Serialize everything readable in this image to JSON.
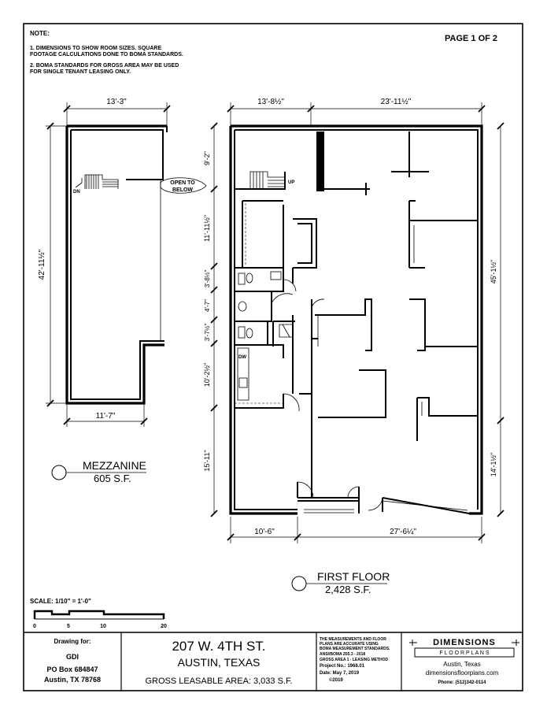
{
  "notes": {
    "heading": "NOTE:",
    "line1a": "1. DIMENSIONS TO SHOW ROOM SIZES. SQUARE",
    "line1b": "FOOTAGE CALCULATIONS DONE TO BOMA STANDARDS.",
    "line2a": "2. BOMA STANDARDS FOR GROSS AREA MAY BE USED",
    "line2b": "FOR SINGLE TENANT LEASING ONLY."
  },
  "page_label": "PAGE 1 OF 2",
  "mezzanine": {
    "title": "MEZZANINE",
    "area": "605 S.F.",
    "dim_top": "13'-3\"",
    "dim_left": "42'-11½\"",
    "dim_bottom": "11'-7\"",
    "stair_label": "DN",
    "open_label_1": "OPEN TO",
    "open_label_2": "BELOW"
  },
  "first_floor": {
    "title": "FIRST FLOOR",
    "area": "2,428 S.F.",
    "dim_top_left": "13'-8½\"",
    "dim_top_right": "23'-11½\"",
    "dim_bottom_left": "10'-6\"",
    "dim_bottom_right": "27'-6¼\"",
    "dims_left": [
      "9'-2\"",
      "11'-11½\"",
      "3'-8½\"",
      "4'-7\"",
      "3'-7½\"",
      "10'-2½\"",
      "15'-11\""
    ],
    "dims_right": [
      "45'-1½\"",
      "14'-1½\""
    ],
    "stair_label": "UP",
    "dw_label": "DW"
  },
  "scale": {
    "label": "SCALE: 1/10\" = 1'-0\"",
    "ticks": [
      "0",
      "5",
      "10",
      "20"
    ]
  },
  "title_block": {
    "drawing_for_label": "Drawing for:",
    "client": "GDI",
    "address1": "PO Box 684847",
    "address2": "Austin, TX 78768",
    "property": "207 W. 4TH ST.",
    "city": "AUSTIN, TEXAS",
    "gross_area": "GROSS LEASABLE AREA: 3,033 S.F.",
    "std_lines": [
      "THE MEASUREMENTS AND FLOOR",
      "PLANS ARE ACCURATE USING",
      "BOMA MEASUREMENT STANDARDS.",
      "ANSI/BOMA Z65.3 - 2018",
      "GROSS AREA 1 - LEASING METHOD"
    ],
    "project_no": "Project No.:   1968.01",
    "date": "Date: May 7, 2019",
    "copyright": "©2019",
    "company": "DIMENSIONS",
    "company_sub": "F L O O R P L A N S",
    "company_city": "Austin, Texas",
    "company_web": "dimensionsfloorplans.com",
    "company_phone": "Phone: (512)342-0114"
  }
}
